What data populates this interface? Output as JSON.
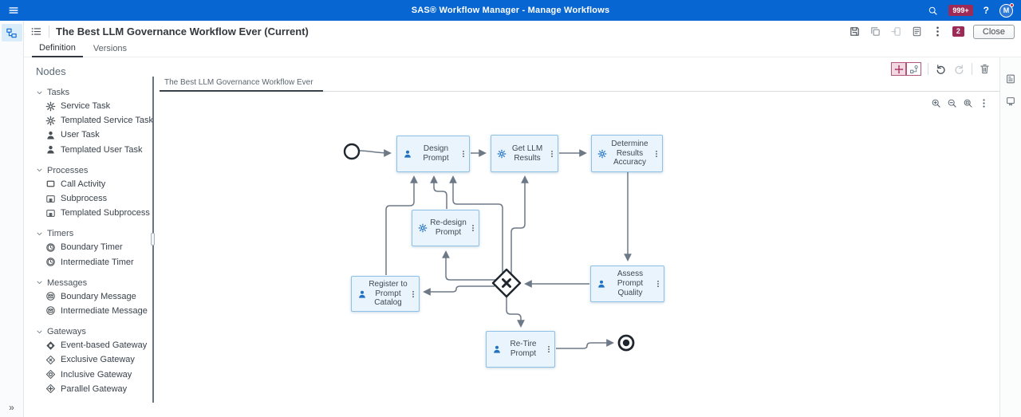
{
  "top_bar": {
    "title": "SAS® Workflow Manager - Manage Workflows",
    "notification_badge": "999+",
    "help_label": "?",
    "avatar_initial": "M"
  },
  "toolbar": {
    "title": "The Best LLM Governance Workflow Ever (Current)",
    "alert_badge": "2",
    "close_label": "Close"
  },
  "tabs": {
    "definition": "Definition",
    "versions": "Versions"
  },
  "sidebar": {
    "title": "Nodes",
    "collapse_label": "»",
    "sections": [
      {
        "label": "Tasks",
        "items": [
          {
            "label": "Service Task",
            "icon": "gear"
          },
          {
            "label": "Templated Service Task",
            "icon": "gear"
          },
          {
            "label": "User Task",
            "icon": "person"
          },
          {
            "label": "Templated User Task",
            "icon": "person"
          }
        ]
      },
      {
        "label": "Processes",
        "items": [
          {
            "label": "Call Activity",
            "icon": "call-activity"
          },
          {
            "label": "Subprocess",
            "icon": "subprocess"
          },
          {
            "label": "Templated Subprocess",
            "icon": "subprocess"
          }
        ]
      },
      {
        "label": "Timers",
        "items": [
          {
            "label": "Boundary Timer",
            "icon": "timer"
          },
          {
            "label": "Intermediate Timer",
            "icon": "timer"
          }
        ]
      },
      {
        "label": "Messages",
        "items": [
          {
            "label": "Boundary Message",
            "icon": "message"
          },
          {
            "label": "Intermediate Message",
            "icon": "message"
          }
        ]
      },
      {
        "label": "Gateways",
        "items": [
          {
            "label": "Event-based Gateway",
            "icon": "gateway-event"
          },
          {
            "label": "Exclusive Gateway",
            "icon": "gateway-exclusive"
          },
          {
            "label": "Inclusive Gateway",
            "icon": "gateway-inclusive"
          },
          {
            "label": "Parallel Gateway",
            "icon": "gateway-parallel"
          }
        ]
      }
    ]
  },
  "canvas": {
    "tab_label": "The Best LLM Governance Workflow Ever",
    "nodes": [
      {
        "id": "design-prompt",
        "label": "Design Prompt",
        "icon": "person"
      },
      {
        "id": "get-llm-results",
        "label": "Get LLM Results",
        "icon": "gear"
      },
      {
        "id": "determine-results-accuracy",
        "label": "Determine Results Accuracy",
        "icon": "gear"
      },
      {
        "id": "re-design-prompt",
        "label": "Re-design Prompt",
        "icon": "gear"
      },
      {
        "id": "assess-prompt-quality",
        "label": "Assess Prompt Quality",
        "icon": "person"
      },
      {
        "id": "register-to-prompt-catalog",
        "label": "Register to Prompt Catalog",
        "icon": "person"
      },
      {
        "id": "re-tire-prompt",
        "label": "Re-Tire Prompt",
        "icon": "person"
      }
    ],
    "connections": [
      {
        "from": "start-event",
        "to": "design-prompt"
      },
      {
        "from": "design-prompt",
        "to": "get-llm-results"
      },
      {
        "from": "get-llm-results",
        "to": "determine-results-accuracy"
      },
      {
        "from": "determine-results-accuracy",
        "to": "assess-prompt-quality"
      },
      {
        "from": "assess-prompt-quality",
        "to": "exclusive-gateway"
      },
      {
        "from": "exclusive-gateway",
        "to": "design-prompt"
      },
      {
        "from": "exclusive-gateway",
        "to": "get-llm-results"
      },
      {
        "from": "exclusive-gateway",
        "to": "re-design-prompt"
      },
      {
        "from": "exclusive-gateway",
        "to": "register-to-prompt-catalog"
      },
      {
        "from": "exclusive-gateway",
        "to": "re-tire-prompt"
      },
      {
        "from": "re-design-prompt",
        "to": "design-prompt"
      },
      {
        "from": "register-to-prompt-catalog",
        "to": "design-prompt"
      },
      {
        "from": "re-tire-prompt",
        "to": "end-event"
      }
    ]
  },
  "colors": {
    "top_bar_blue": "#0766d1",
    "badge_maroon": "#9e2a57",
    "node_fill": "#e9f4fc",
    "node_border": "#8fc0e6",
    "node_icon_blue": "#2272c3",
    "connector_gray": "#6d7987",
    "selected_tool_maroon": "#9d3b60"
  }
}
